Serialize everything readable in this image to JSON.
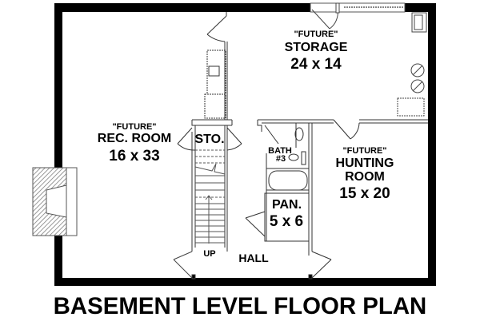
{
  "title": "BASEMENT LEVEL FLOOR PLAN",
  "rooms": {
    "rec_room": {
      "tag": "\"FUTURE\"",
      "name": "REC. ROOM",
      "size": "16 x 33"
    },
    "storage": {
      "tag": "\"FUTURE\"",
      "name": "STORAGE",
      "size": "24 x 14"
    },
    "hunting_room": {
      "tag": "\"FUTURE\"",
      "name1": "HUNTING",
      "name2": "ROOM",
      "size": "15 x 20"
    },
    "sto": {
      "name": "STO."
    },
    "bath": {
      "name1": "BATH",
      "name2": "#3"
    },
    "pantry": {
      "name": "PAN.",
      "size": "5 x 6"
    },
    "hall": {
      "name": "HALL"
    },
    "stairs": {
      "label": "UP"
    }
  },
  "colors": {
    "wall": "#000000",
    "line": "#333333",
    "hatch": "#888888",
    "background": "#ffffff"
  }
}
